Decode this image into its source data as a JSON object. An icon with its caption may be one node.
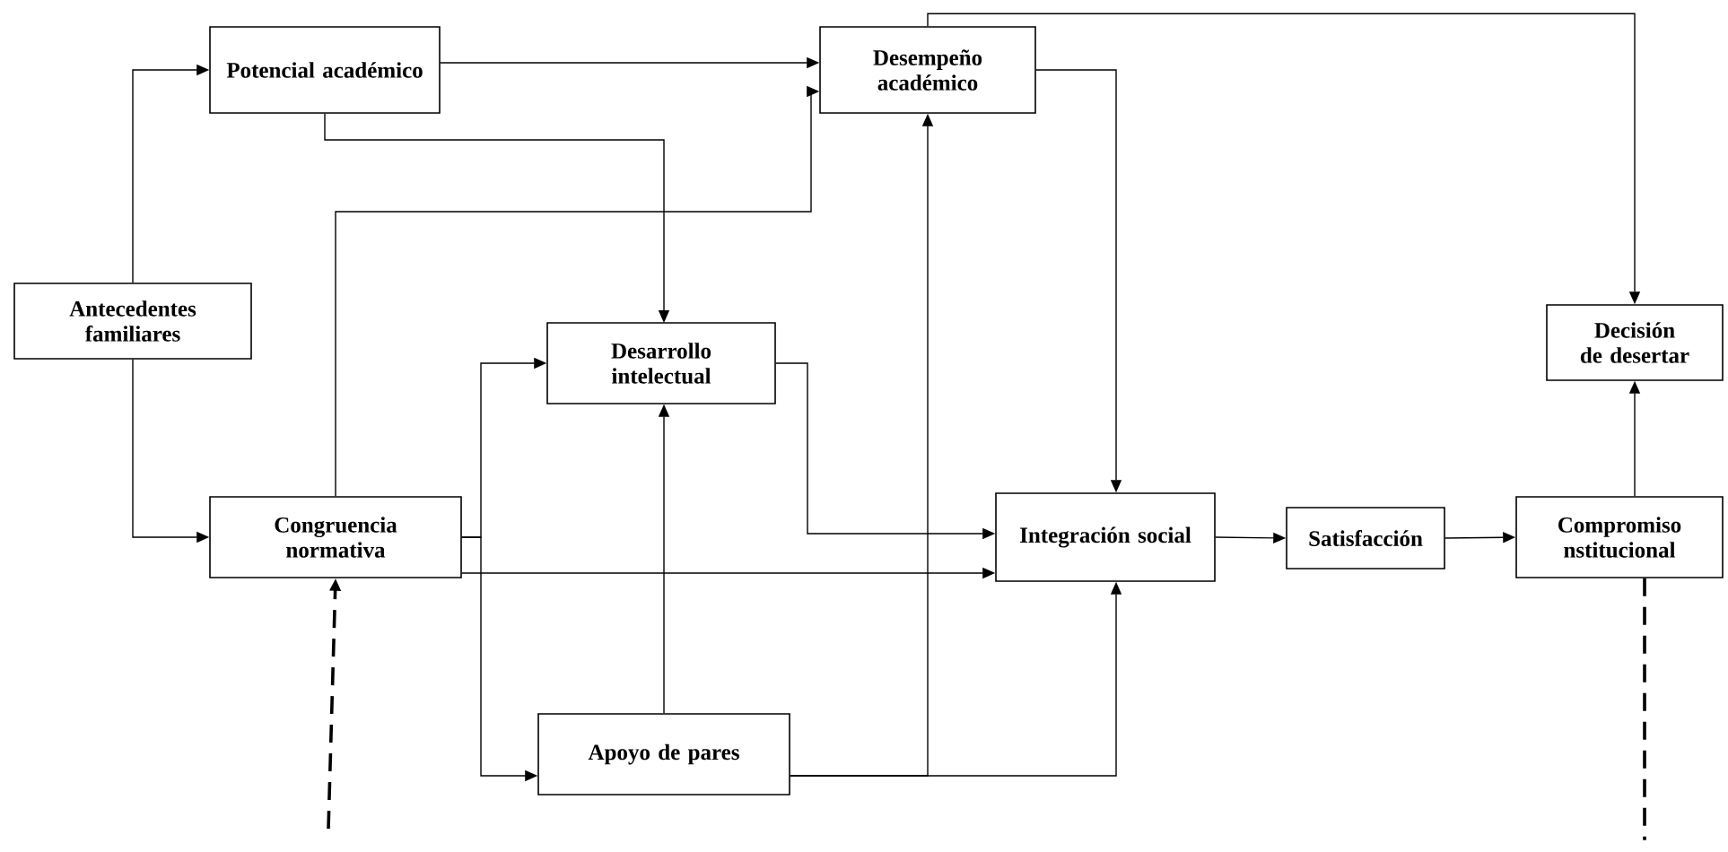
{
  "diagram": {
    "nodes": [
      {
        "text": [
          "Antecedentes familiares"
        ]
      },
      {
        "text": [
          "Potencial académico"
        ]
      },
      {
        "text": [
          "Desempeño académico"
        ]
      },
      {
        "text": [
          "Decisión de desertar"
        ]
      },
      {
        "text": [
          "Desarrollo intelectual"
        ]
      },
      {
        "text": [
          "Congruencia normativa"
        ]
      },
      {
        "text": [
          "Integración social"
        ]
      },
      {
        "text": [
          "Satisfacción"
        ]
      },
      {
        "text": [
          "Compromiso nstitucional"
        ]
      },
      {
        "text": [
          "Apoyo de pares"
        ]
      }
    ],
    "edges": [
      {
        "from": 0,
        "to": 1,
        "arrow": "to"
      },
      {
        "from": 0,
        "to": 5,
        "arrow": "to"
      },
      {
        "from": 1,
        "to": 2,
        "arrow": "to"
      },
      {
        "from": 1,
        "to": 4,
        "arrow": "to"
      },
      {
        "from": 5,
        "to": 2,
        "arrow": "to"
      },
      {
        "from": 5,
        "to": 4,
        "arrow": "to"
      },
      {
        "from": 5,
        "to": 9,
        "arrow": "to"
      },
      {
        "from": 5,
        "to": 6,
        "arrow": "to"
      },
      {
        "from": 4,
        "to": 6,
        "arrow": "to"
      },
      {
        "from": 2,
        "to": 6,
        "arrow": "to"
      },
      {
        "from": 2,
        "to": 3,
        "arrow": "to"
      },
      {
        "from": 9,
        "to": 4,
        "arrow": "to"
      },
      {
        "from": 9,
        "to": 6,
        "arrow": "to"
      },
      {
        "from": 9,
        "to": 2,
        "arrow": "to"
      },
      {
        "from": 6,
        "to": 7,
        "arrow": "to"
      },
      {
        "from": 7,
        "to": 8,
        "arrow": "to"
      },
      {
        "from": 8,
        "to": 3,
        "arrow": "to"
      },
      {
        "from": null,
        "to": 5,
        "arrow": "to",
        "style": "dashed"
      },
      {
        "from": 8,
        "to": null,
        "arrow": "none",
        "style": "dashed"
      }
    ]
  }
}
